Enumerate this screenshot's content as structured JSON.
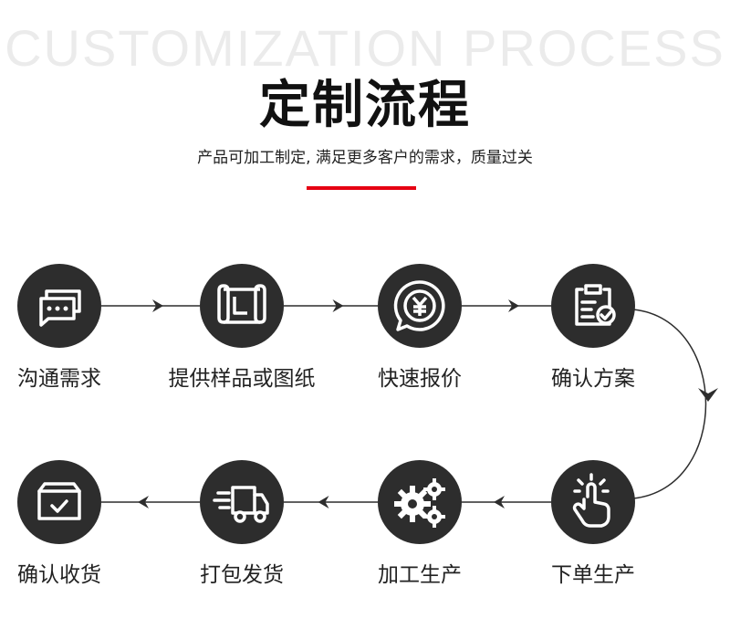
{
  "header": {
    "background_title": "CUSTOMIZATION PROCESS",
    "title": "定制流程",
    "subtitle": "产品可加工制定, 满足更多客户的需求，质量过关",
    "accent_color": "#e60012"
  },
  "colors": {
    "node_fill": "#2d2d2d",
    "icon_stroke": "#ffffff",
    "arrow": "#2d2d2d"
  },
  "steps": [
    {
      "label": "沟通需求",
      "icon": "chat-bubbles-icon"
    },
    {
      "label": "提供样品或图纸",
      "icon": "blueprint-scroll-icon"
    },
    {
      "label": "快速报价",
      "icon": "yuan-quote-icon"
    },
    {
      "label": "确认方案",
      "icon": "checked-clipboard-icon"
    },
    {
      "label": "下单生产",
      "icon": "tap-finger-icon"
    },
    {
      "label": "加工生产",
      "icon": "gears-icon"
    },
    {
      "label": "打包发货",
      "icon": "delivery-truck-icon"
    },
    {
      "label": "确认收货",
      "icon": "received-box-icon"
    }
  ]
}
